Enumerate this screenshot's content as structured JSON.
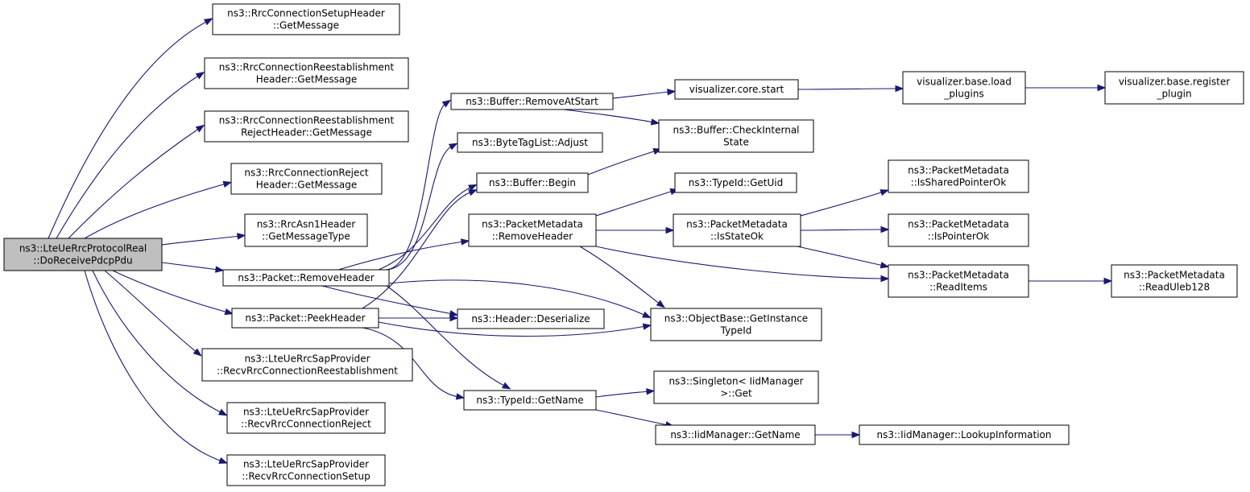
{
  "diagram": {
    "type": "call-graph",
    "colors": {
      "edge": "#191970",
      "root_fill": "#bfbfbf",
      "node_fill": "#ffffff",
      "border": "#000000"
    },
    "nodes": [
      {
        "id": "root",
        "lines": [
          "ns3::LteUeRrcProtocolReal",
          "::DoReceivePdcpPdu"
        ],
        "root": true
      },
      {
        "id": "n_setup_hdr",
        "lines": [
          "ns3::RrcConnectionSetupHeader",
          "::GetMessage"
        ]
      },
      {
        "id": "n_reest_hdr",
        "lines": [
          "ns3::RrcConnectionReestablishment",
          "Header::GetMessage"
        ]
      },
      {
        "id": "n_reest_rej",
        "lines": [
          "ns3::RrcConnectionReestablishment",
          "RejectHeader::GetMessage"
        ]
      },
      {
        "id": "n_reject_hdr",
        "lines": [
          "ns3::RrcConnectionReject",
          "Header::GetMessage"
        ]
      },
      {
        "id": "n_asn1",
        "lines": [
          "ns3::RrcAsn1Header",
          "::GetMessageType"
        ]
      },
      {
        "id": "n_pkt_remove",
        "lines": [
          "ns3::Packet::RemoveHeader"
        ]
      },
      {
        "id": "n_pkt_peek",
        "lines": [
          "ns3::Packet::PeekHeader"
        ]
      },
      {
        "id": "n_sap_reest",
        "lines": [
          "ns3::LteUeRrcSapProvider",
          "::RecvRrcConnectionReestablishment"
        ]
      },
      {
        "id": "n_sap_reject",
        "lines": [
          "ns3::LteUeRrcSapProvider",
          "::RecvRrcConnectionReject"
        ]
      },
      {
        "id": "n_sap_setup",
        "lines": [
          "ns3::LteUeRrcSapProvider",
          "::RecvRrcConnectionSetup"
        ]
      },
      {
        "id": "n_buf_rm",
        "lines": [
          "ns3::Buffer::RemoveAtStart"
        ]
      },
      {
        "id": "n_bytetag",
        "lines": [
          "ns3::ByteTagList::Adjust"
        ]
      },
      {
        "id": "n_buf_begin",
        "lines": [
          "ns3::Buffer::Begin"
        ]
      },
      {
        "id": "n_pm_remove",
        "lines": [
          "ns3::PacketMetadata",
          "::RemoveHeader"
        ]
      },
      {
        "id": "n_hdr_deser",
        "lines": [
          "ns3::Header::Deserialize"
        ]
      },
      {
        "id": "n_typeid_name",
        "lines": [
          "ns3::TypeId::GetName"
        ]
      },
      {
        "id": "n_vis_core",
        "lines": [
          "visualizer.core.start"
        ]
      },
      {
        "id": "n_buf_check",
        "lines": [
          "ns3::Buffer::CheckInternal",
          "State"
        ]
      },
      {
        "id": "n_typeid_uid",
        "lines": [
          "ns3::TypeId::GetUid"
        ]
      },
      {
        "id": "n_pm_isstate",
        "lines": [
          "ns3::PacketMetadata",
          "::IsStateOk"
        ]
      },
      {
        "id": "n_objbase",
        "lines": [
          "ns3::ObjectBase::GetInstance",
          "TypeId"
        ]
      },
      {
        "id": "n_singleton",
        "lines": [
          "ns3::Singleton< IidManager",
          ">::Get"
        ]
      },
      {
        "id": "n_iid_name",
        "lines": [
          "ns3::IidManager::GetName"
        ]
      },
      {
        "id": "n_vis_load",
        "lines": [
          "visualizer.base.load",
          "_plugins"
        ]
      },
      {
        "id": "n_pm_shared",
        "lines": [
          "ns3::PacketMetadata",
          "::IsSharedPointerOk"
        ]
      },
      {
        "id": "n_pm_ptr",
        "lines": [
          "ns3::PacketMetadata",
          "::IsPointerOk"
        ]
      },
      {
        "id": "n_pm_read",
        "lines": [
          "ns3::PacketMetadata",
          "::ReadItems"
        ]
      },
      {
        "id": "n_iid_lookup",
        "lines": [
          "ns3::IidManager::LookupInformation"
        ]
      },
      {
        "id": "n_vis_reg",
        "lines": [
          "visualizer.base.register",
          "_plugin"
        ]
      },
      {
        "id": "n_pm_uleb",
        "lines": [
          "ns3::PacketMetadata",
          "::ReadUleb128"
        ]
      }
    ],
    "edges": [
      {
        "from": "root",
        "to": "n_setup_hdr"
      },
      {
        "from": "root",
        "to": "n_reest_hdr"
      },
      {
        "from": "root",
        "to": "n_reest_rej"
      },
      {
        "from": "root",
        "to": "n_reject_hdr"
      },
      {
        "from": "root",
        "to": "n_asn1"
      },
      {
        "from": "root",
        "to": "n_pkt_remove"
      },
      {
        "from": "root",
        "to": "n_pkt_peek"
      },
      {
        "from": "root",
        "to": "n_sap_reest"
      },
      {
        "from": "root",
        "to": "n_sap_reject"
      },
      {
        "from": "root",
        "to": "n_sap_setup"
      },
      {
        "from": "n_pkt_remove",
        "to": "n_buf_rm"
      },
      {
        "from": "n_pkt_remove",
        "to": "n_bytetag"
      },
      {
        "from": "n_pkt_remove",
        "to": "n_buf_begin"
      },
      {
        "from": "n_pkt_remove",
        "to": "n_pm_remove"
      },
      {
        "from": "n_pkt_remove",
        "to": "n_hdr_deser"
      },
      {
        "from": "n_pkt_remove",
        "to": "n_typeid_name"
      },
      {
        "from": "n_pkt_remove",
        "to": "n_objbase"
      },
      {
        "from": "n_pkt_peek",
        "to": "n_buf_begin"
      },
      {
        "from": "n_pkt_peek",
        "to": "n_hdr_deser"
      },
      {
        "from": "n_pkt_peek",
        "to": "n_typeid_name"
      },
      {
        "from": "n_pkt_peek",
        "to": "n_objbase"
      },
      {
        "from": "n_buf_rm",
        "to": "n_vis_core"
      },
      {
        "from": "n_buf_rm",
        "to": "n_buf_check"
      },
      {
        "from": "n_buf_begin",
        "to": "n_buf_check"
      },
      {
        "from": "n_pm_remove",
        "to": "n_typeid_uid"
      },
      {
        "from": "n_pm_remove",
        "to": "n_pm_isstate"
      },
      {
        "from": "n_pm_remove",
        "to": "n_objbase"
      },
      {
        "from": "n_pm_remove",
        "to": "n_pm_read"
      },
      {
        "from": "n_typeid_name",
        "to": "n_singleton"
      },
      {
        "from": "n_typeid_name",
        "to": "n_iid_name"
      },
      {
        "from": "n_vis_core",
        "to": "n_vis_load"
      },
      {
        "from": "n_vis_load",
        "to": "n_vis_reg"
      },
      {
        "from": "n_pm_isstate",
        "to": "n_pm_shared"
      },
      {
        "from": "n_pm_isstate",
        "to": "n_pm_ptr"
      },
      {
        "from": "n_pm_isstate",
        "to": "n_pm_read"
      },
      {
        "from": "n_iid_name",
        "to": "n_iid_lookup"
      },
      {
        "from": "n_pm_read",
        "to": "n_pm_uleb"
      }
    ]
  }
}
